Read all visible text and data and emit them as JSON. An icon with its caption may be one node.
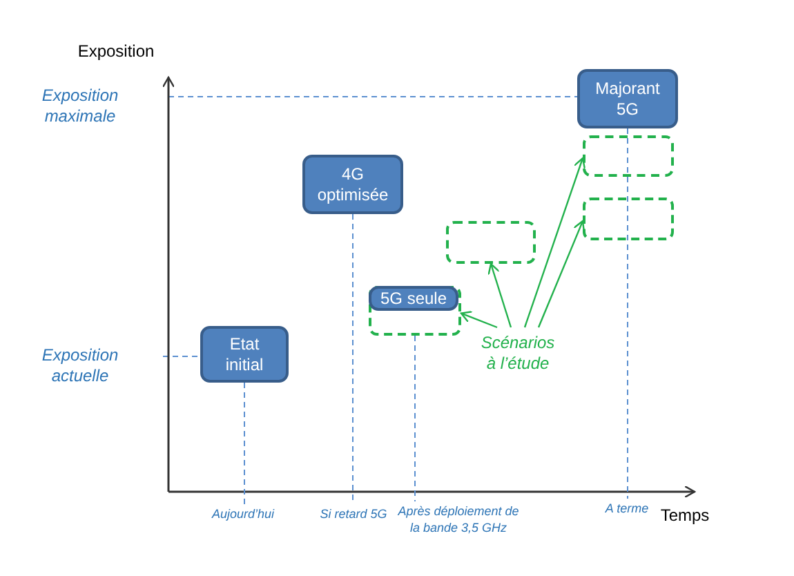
{
  "diagram": {
    "nodes": [
      {
        "text": [
          "Etat initial"
        ]
      },
      {
        "text": [
          "4G optimisée"
        ]
      },
      {
        "text": [],
        "shape": "box"
      },
      {
        "text": [
          "5G seule"
        ],
        "in": 2
      },
      {
        "text": [],
        "shape": "box"
      },
      {
        "text": [
          "Scénarios à l’étude"
        ]
      },
      {
        "text": [
          "Majorant 5G"
        ]
      },
      {
        "text": [],
        "shape": "box"
      },
      {
        "text": [],
        "shape": "box"
      },
      {
        "text": [
          "Aujourd’hui"
        ]
      },
      {
        "text": [
          "Si retard 5G"
        ]
      },
      {
        "text": [
          "Après déploiement de la bande 3,5 GHz"
        ]
      },
      {
        "text": [
          "A terme"
        ]
      }
    ],
    "edges": [
      {
        "from": 5,
        "to": 2,
        "arrow": "to"
      },
      {
        "from": 5,
        "to": 4,
        "arrow": "to"
      },
      {
        "from": 5,
        "to": 7,
        "arrow": "to"
      },
      {
        "from": 5,
        "to": 8,
        "arrow": "to"
      },
      {
        "from": 0,
        "to": 9,
        "arrow": "none",
        "style": "dashed",
        "color": "#5b8fd0"
      },
      {
        "from": 1,
        "to": 10,
        "arrow": "none",
        "style": "dashed",
        "color": "#5b8fd0"
      },
      {
        "from": 2,
        "to": 11,
        "arrow": "none",
        "style": "dashed",
        "color": "#5b8fd0"
      },
      {
        "from": 6,
        "to": 12,
        "arrow": "none",
        "style": "dashed",
        "color": "#5b8fd0"
      }
    ],
    "labels": [
      "Exposition",
      "Exposition maximale",
      "Exposition actuelle",
      "Temps"
    ]
  }
}
